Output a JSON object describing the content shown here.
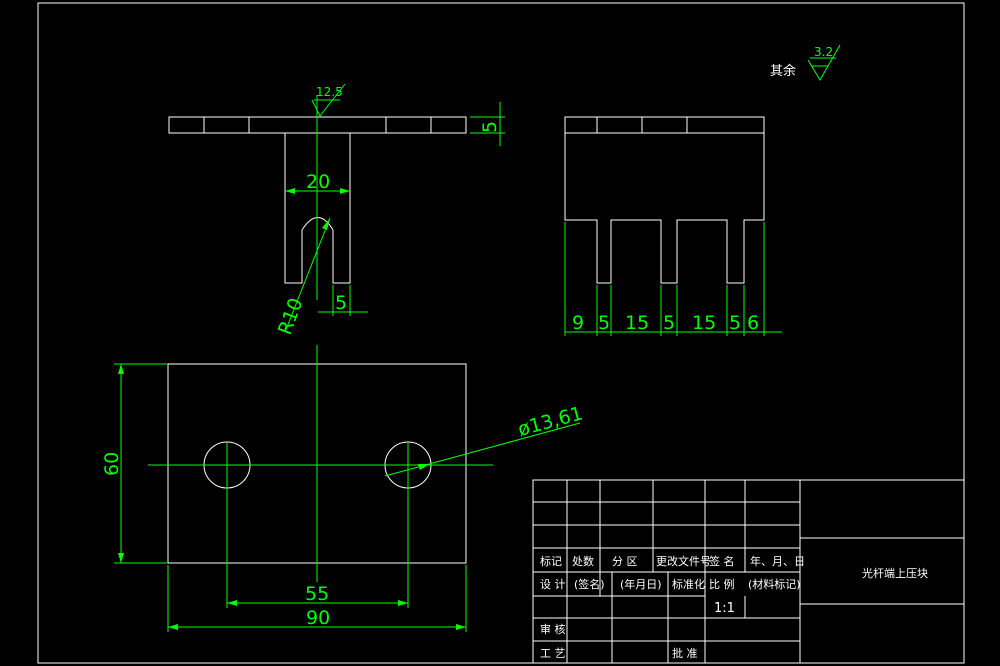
{
  "drawing": {
    "roughness_note_label": "其余",
    "roughness_general": "3.2",
    "roughness_top": "12.5",
    "dims": {
      "thickness": "5",
      "slot_width": "20",
      "radius": "R10",
      "wall": "5",
      "bottom_chain": [
        "9",
        "5",
        "15",
        "5",
        "15",
        "5",
        "6"
      ],
      "height": "60",
      "hole_spacing": "55",
      "length": "90",
      "hole_diameter": "ø13,61"
    }
  },
  "title_block": {
    "header_row": [
      "标记",
      "处数",
      "分 区",
      "更改文件号",
      "签 名",
      "年、月、日"
    ],
    "row_design": [
      "设 计",
      "(签名)",
      "(年月日)",
      "标准化",
      "比 例",
      "(材料标记)"
    ],
    "scale": "1:1",
    "review": "审 核",
    "process": "工 艺",
    "approve": "批 准",
    "part_name": "光杆端上压块"
  },
  "colors": {
    "background": "#000000",
    "outline": "#ffffff",
    "dimension": "#00ff00"
  }
}
